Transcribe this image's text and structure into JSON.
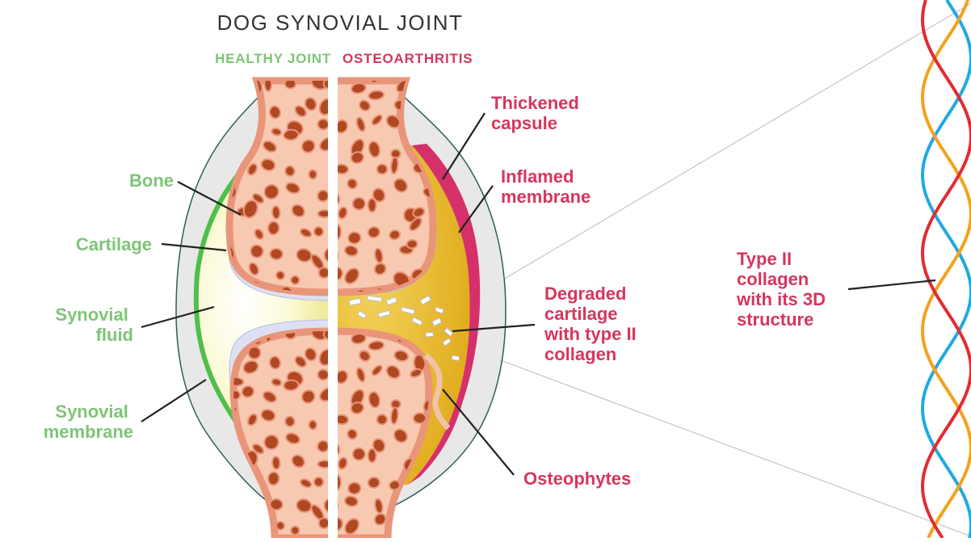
{
  "title": "DOG SYNOVIAL JOINT",
  "subtitles": {
    "healthy": "HEALTHY JOINT",
    "oa": "OSTEOARTHRITIS"
  },
  "colors": {
    "healthy_text": "#7dc576",
    "oa_text": "#d6365d",
    "bone": "#f7c9b0",
    "bone_cortex": "#e9957a",
    "bone_hole": "#b04822",
    "capsule": "#e8e8e8",
    "membrane_healthy": "#4fbf4a",
    "membrane_inflamed": "#d6306a",
    "fluid": "#fbf7cc",
    "cartilage": "#dde0f3",
    "degraded": "#e9b820",
    "helix_blue": "#22a9e0",
    "helix_orange": "#f2a21e",
    "helix_red": "#e12c33"
  },
  "labels": {
    "left": [
      {
        "id": "bone",
        "lines": [
          "Bone"
        ]
      },
      {
        "id": "cartilage",
        "lines": [
          "Cartilage"
        ]
      },
      {
        "id": "synovial-fluid",
        "lines": [
          "Synovial",
          "fluid"
        ]
      },
      {
        "id": "synovial-membrane",
        "lines": [
          "Synovial",
          "membrane"
        ]
      }
    ],
    "right": [
      {
        "id": "thickened-capsule",
        "lines": [
          "Thickened",
          "capsule"
        ]
      },
      {
        "id": "inflamed-membrane",
        "lines": [
          "Inflamed",
          "membrane"
        ]
      },
      {
        "id": "degraded-cartilage",
        "lines": [
          "Degraded",
          "cartilage",
          "with type II",
          "collagen"
        ]
      },
      {
        "id": "osteophytes",
        "lines": [
          "Osteophytes"
        ]
      }
    ],
    "collagen": {
      "id": "type-ii-collagen",
      "lines": [
        "Type II",
        "collagen",
        "with its 3D",
        "structure"
      ]
    }
  }
}
